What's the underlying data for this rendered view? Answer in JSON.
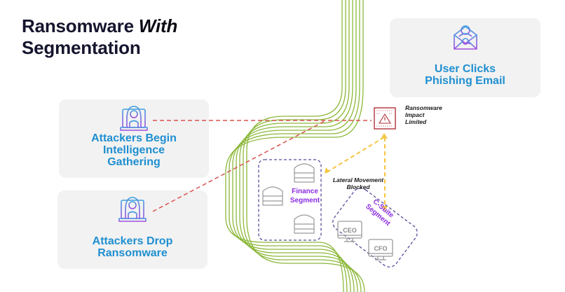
{
  "title": {
    "line1": "Ransomware",
    "line1_emphasis": "With",
    "line2": "Segmentation"
  },
  "cards": [
    {
      "id": "phishing",
      "lines": [
        "User Clicks",
        "Phishing Email"
      ],
      "icon": "phishing-email-icon"
    },
    {
      "id": "intel",
      "lines": [
        "Attackers Begin",
        "Intelligence",
        "Gathering"
      ],
      "icon": "hacker-laptop-icon"
    },
    {
      "id": "drop",
      "lines": [
        "Attackers Drop",
        "Ransomware"
      ],
      "icon": "hacker-laptop-icon"
    }
  ],
  "impact": {
    "lines": [
      "Ransomware",
      "Impact",
      "Limited"
    ],
    "icon": "ransomware-warning-icon"
  },
  "lateral": {
    "lines": [
      "Lateral Movement",
      "Blocked"
    ]
  },
  "finance_segment": {
    "lines": [
      "Finance",
      "Segment"
    ],
    "servers": 3
  },
  "csuite_segment": {
    "lines": [
      "C-Suite",
      "Segment"
    ],
    "devices": [
      "CEO",
      "CFO"
    ]
  },
  "colors": {
    "title": "#15152e",
    "card_bg": "#f2f2f2",
    "card_text": "#1f8fd0",
    "pipe_green": "#8cb83a",
    "attack_red": "#d9534f",
    "blocked_yellow": "#f5c542",
    "segment_purple": "#8a2be2",
    "segment_border": "#5a4a9a",
    "impact_red": "#b0303a",
    "device_gray": "#9a9a9a"
  }
}
